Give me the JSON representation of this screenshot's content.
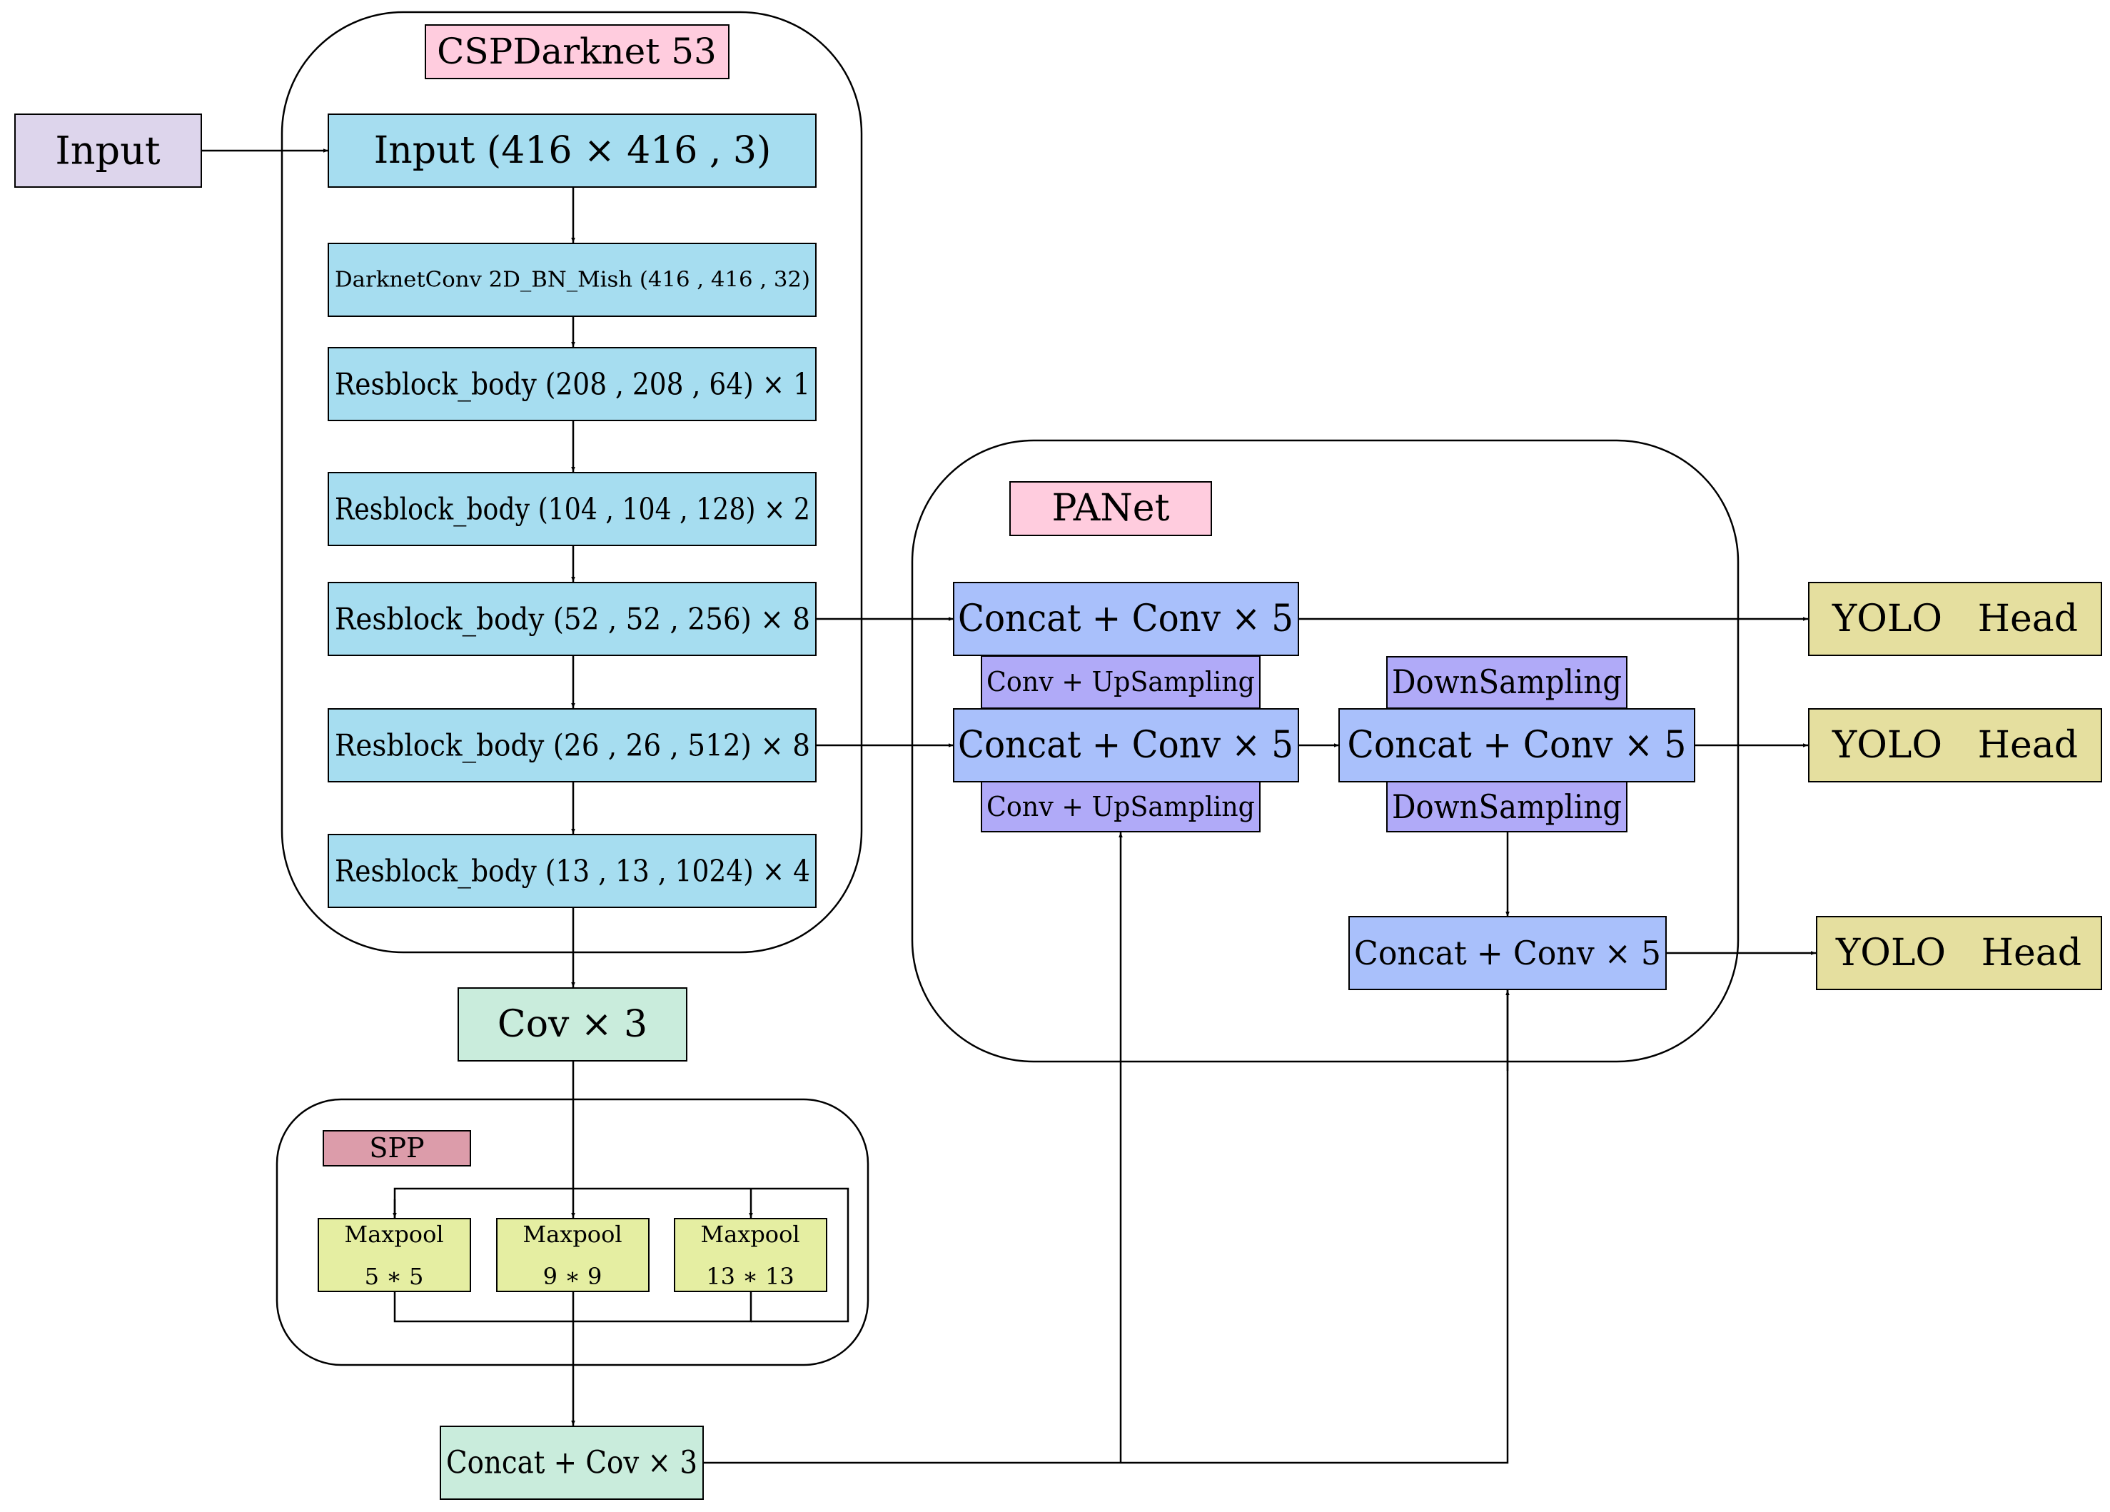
{
  "colors": {
    "input": "#ddd5ec",
    "backbone": "#a6ddf0",
    "group_title": "#ffccde",
    "spp_title": "#dc9caa",
    "conv": "#c9ecdc",
    "maxpool": "#e5eea2",
    "panet_concat": "#a9c0fb",
    "panet_sampling": "#b0aaf8",
    "yolo": "#e5df9f"
  },
  "input_label": "Input",
  "backbone": {
    "title": "CSPDarknet 53",
    "blocks": [
      "Input (416 × 416 , 3)",
      "DarknetConv 2D_BN_Mish (416 , 416 , 32)",
      "Resblock_body (208 , 208 , 64) × 1",
      "Resblock_body (104 , 104 , 128) × 2",
      "Resblock_body (52 , 52 , 256) × 8",
      "Resblock_body (26 , 26 , 512) × 8",
      "Resblock_body (13 , 13 , 1024) × 4"
    ]
  },
  "conv3": "Cov × 3",
  "spp": {
    "title": "SPP",
    "pools": [
      {
        "name": "Maxpool",
        "size": "5 ∗ 5"
      },
      {
        "name": "Maxpool",
        "size": "9 ∗ 9"
      },
      {
        "name": "Maxpool",
        "size": "13 ∗ 13"
      }
    ]
  },
  "concat_conv3": "Concat + Cov × 3",
  "panet": {
    "title": "PANet",
    "concat_top": "Concat + Conv × 5",
    "upsampling_top": "Conv + UpSampling",
    "concat_mid": "Concat + Conv × 5",
    "upsampling_bottom": "Conv + UpSampling",
    "downsampling_top": "DownSampling",
    "concat_mid_right": "Concat + Conv × 5",
    "downsampling_bottom": "DownSampling",
    "concat_bottom": "Concat + Conv × 5"
  },
  "yolo_heads": [
    "YOLO   Head",
    "YOLO   Head",
    "YOLO   Head"
  ]
}
